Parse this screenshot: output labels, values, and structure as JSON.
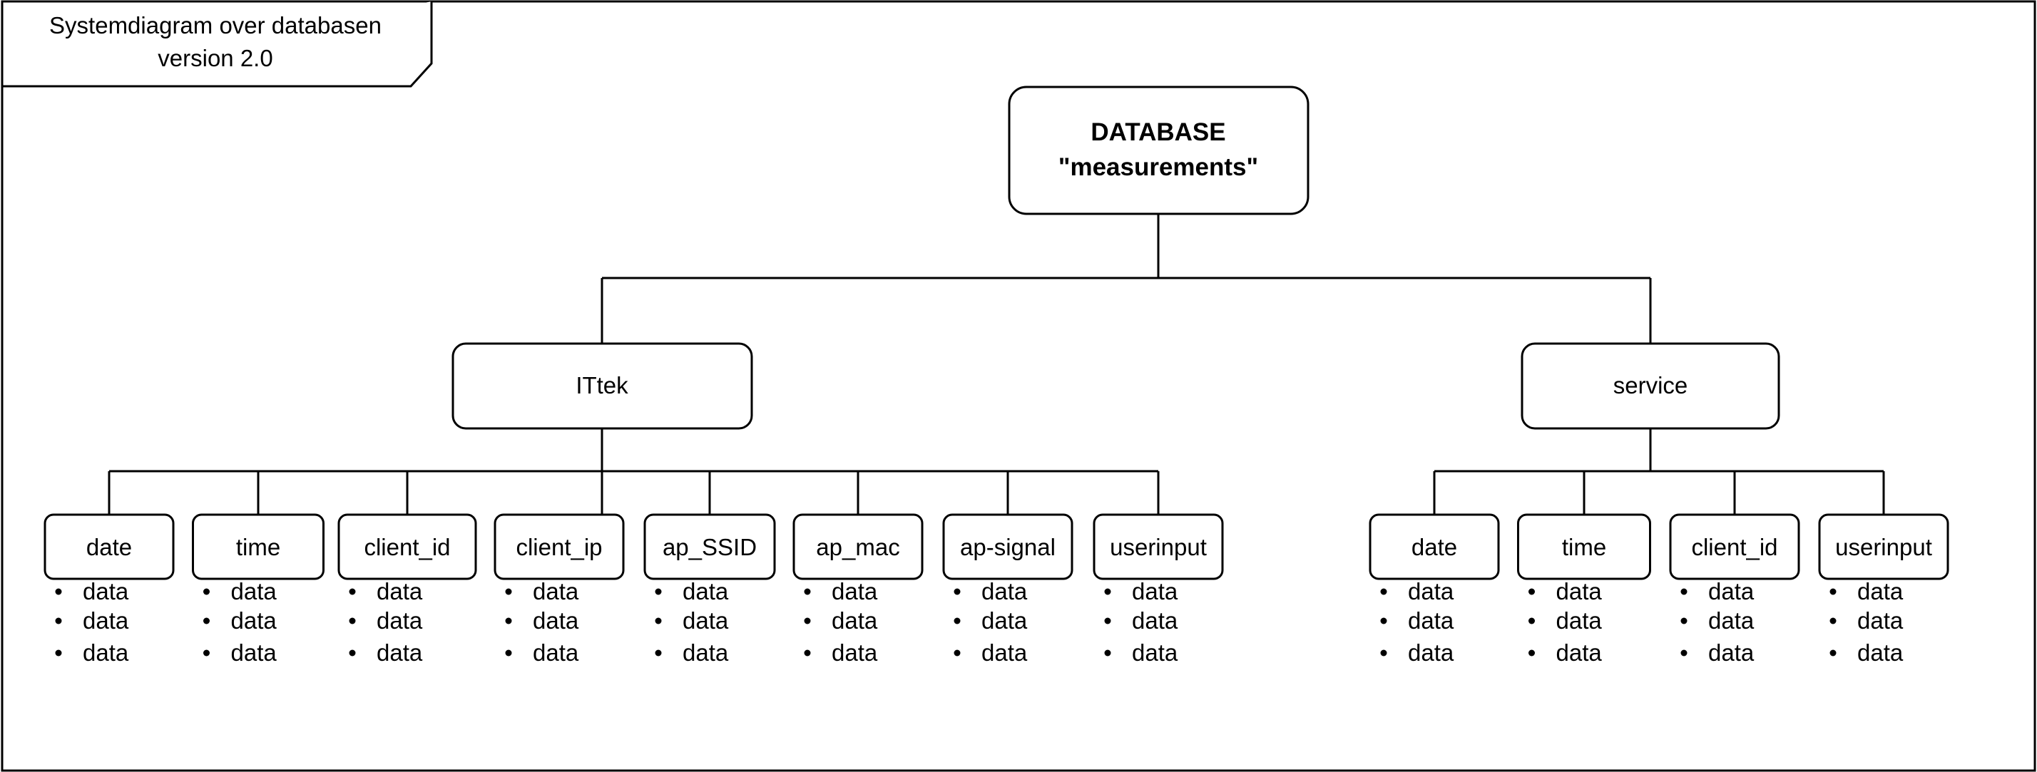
{
  "frame": {
    "title_lines": [
      "Systemdiagram over databasen",
      "version 2.0"
    ]
  },
  "root": {
    "lines": [
      "DATABASE",
      "\"measurements\""
    ]
  },
  "groups": [
    {
      "id": "ittek",
      "label": "ITtek",
      "tables": [
        {
          "name": "date",
          "fields": [
            "data",
            "data",
            "data"
          ]
        },
        {
          "name": "time",
          "fields": [
            "data",
            "data",
            "data"
          ]
        },
        {
          "name": "client_id",
          "fields": [
            "data",
            "data",
            "data"
          ]
        },
        {
          "name": "client_ip",
          "fields": [
            "data",
            "data",
            "data"
          ]
        },
        {
          "name": "ap_SSID",
          "fields": [
            "data",
            "data",
            "data"
          ]
        },
        {
          "name": "ap_mac",
          "fields": [
            "data",
            "data",
            "data"
          ]
        },
        {
          "name": "ap-signal",
          "fields": [
            "data",
            "data",
            "data"
          ]
        },
        {
          "name": "userinput",
          "fields": [
            "data",
            "data",
            "data"
          ]
        }
      ]
    },
    {
      "id": "service",
      "label": "service",
      "tables": [
        {
          "name": "date",
          "fields": [
            "data",
            "data",
            "data"
          ]
        },
        {
          "name": "time",
          "fields": [
            "data",
            "data",
            "data"
          ]
        },
        {
          "name": "client_id",
          "fields": [
            "data",
            "data",
            "data"
          ]
        },
        {
          "name": "userinput",
          "fields": [
            "data",
            "data",
            "data"
          ]
        }
      ]
    }
  ]
}
